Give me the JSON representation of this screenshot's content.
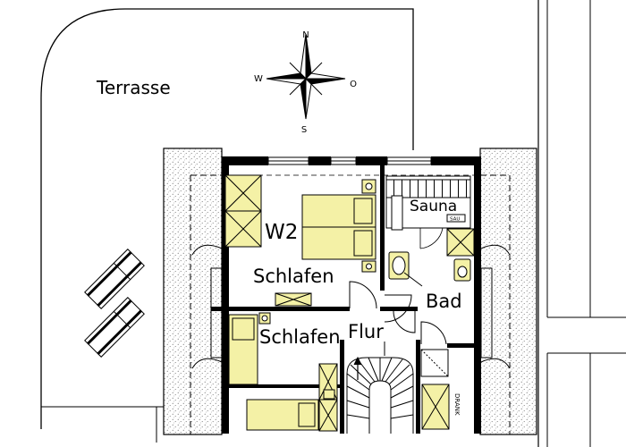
{
  "labels": {
    "terrace": "Terrasse",
    "apartment": "W2",
    "bedroom_1": "Schlafen",
    "bedroom_2": "Schlafen",
    "hallway": "Flur",
    "bathroom": "Bad",
    "sauna": "Sauna",
    "sauna_heater": "SAU",
    "closet_marking": "DRANK"
  },
  "compass": {
    "north": "N",
    "south": "S",
    "west": "W",
    "east": "O"
  },
  "colors": {
    "furniture_fill": "#f4f1a6",
    "line": "#000000",
    "background": "#ffffff"
  }
}
